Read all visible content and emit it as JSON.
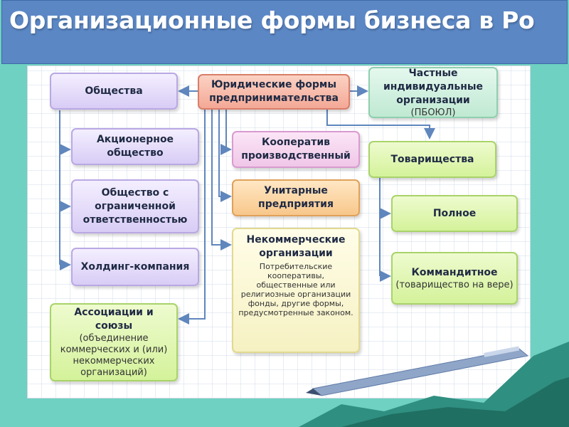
{
  "title": "Организационные формы бизнеса в Ро",
  "nodes": {
    "root": "Юридические формы предпринимательства",
    "societies": "Общества",
    "private": {
      "label": "Частные индивидуальные организации",
      "note": "(ПБОЮЛ)"
    },
    "joint_stock": "Акционерное общество",
    "llc": "Общество с ограниченной ответственностью",
    "holding": "Холдинг-компания",
    "associations": {
      "label": "Ассоциации и союзы",
      "note": "(объединение коммерческих и (или) некоммерческих организаций)"
    },
    "cooperative": "Кооператив производственный",
    "unitary": "Унитарные предприятия",
    "nonprofit": {
      "label": "Некоммерческие организации",
      "note": "Потребительские кооперативы, общественные или религиозные организации фонды, другие формы, предусмотренные законом."
    },
    "partnerships": "Товарищества",
    "full": "Полное",
    "limited": {
      "label": "Коммандитное",
      "note": "(товарищество на вере)"
    }
  },
  "colors": {
    "title_bar": "#5b87c5",
    "background": "#6ed1c1",
    "arrow": "#5f86bd"
  }
}
